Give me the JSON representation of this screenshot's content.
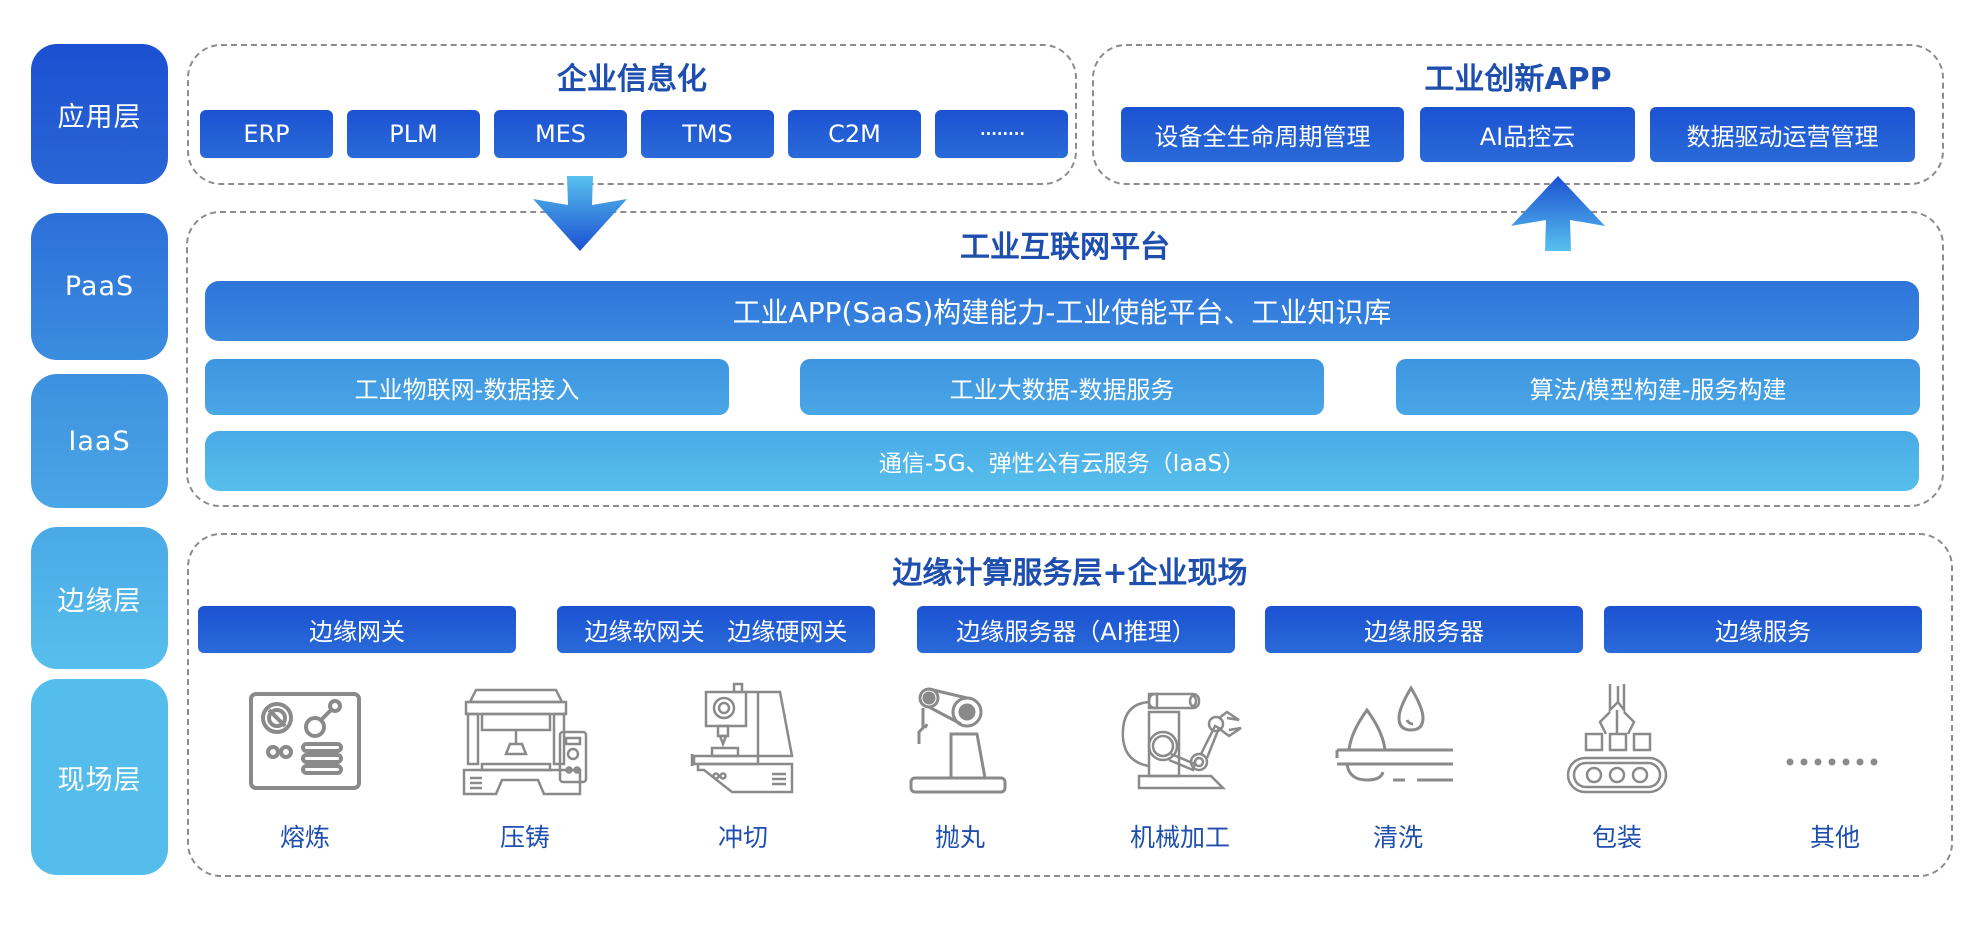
{
  "layers": [
    {
      "label": "应用层",
      "color_top": "#1b50d1",
      "color_bottom": "#2a66d6"
    },
    {
      "label": "PaaS",
      "color_top": "#2c6fd9",
      "color_bottom": "#3b8ddf"
    },
    {
      "label": "IaaS",
      "color_top": "#3e90de",
      "color_bottom": "#4aa6e6"
    },
    {
      "label": "边缘层",
      "color_top": "#4aa9e6",
      "color_bottom": "#57bfec"
    },
    {
      "label": "现场层",
      "color_top": "#55bdec",
      "color_bottom": "#55bdec"
    }
  ],
  "enterprise_info": {
    "title": "企业信息化",
    "items": [
      "ERP",
      "PLM",
      "MES",
      "TMS",
      "C2M",
      "········"
    ]
  },
  "industrial_apps": {
    "title": "工业创新APP",
    "items": [
      "设备全生命周期管理",
      "AI品控云",
      "数据驱动运营管理"
    ]
  },
  "arrows": {
    "down": "down-arrow",
    "up": "up-arrow"
  },
  "platform": {
    "title": "工业互联网平台",
    "saas_bar": "工业APP(SaaS)构建能力-工业使能平台、工业知识库",
    "services": [
      "工业物联网-数据接入",
      "工业大数据-数据服务",
      "算法/模型构建-服务构建"
    ],
    "iaas_bar": "通信-5G、弹性公有云服务（IaaS）"
  },
  "edge": {
    "title": "边缘计算服务层+企业现场",
    "items": [
      "边缘网关",
      "边缘软网关   边缘硬网关",
      "边缘服务器（AI推理）",
      "边缘服务器",
      "边缘服务"
    ]
  },
  "field": {
    "processes": [
      {
        "label": "熔炼",
        "icon": "smelting-furnace-icon"
      },
      {
        "label": "压铸",
        "icon": "die-casting-machine-icon"
      },
      {
        "label": "冲切",
        "icon": "punching-machine-icon"
      },
      {
        "label": "抛丸",
        "icon": "shot-blasting-robot-icon"
      },
      {
        "label": "机械加工",
        "icon": "machining-robot-arm-icon"
      },
      {
        "label": "清洗",
        "icon": "cleaning-droplet-icon"
      },
      {
        "label": "包装",
        "icon": "packaging-conveyor-icon"
      },
      {
        "label": "其他",
        "icon": "ellipsis-icon"
      }
    ]
  },
  "colors": {
    "title_blue": "#1e4fae",
    "button_blue": "#1b52d2",
    "icon_gray": "#8a8a8a",
    "dash_gray": "#8c8c8c"
  }
}
